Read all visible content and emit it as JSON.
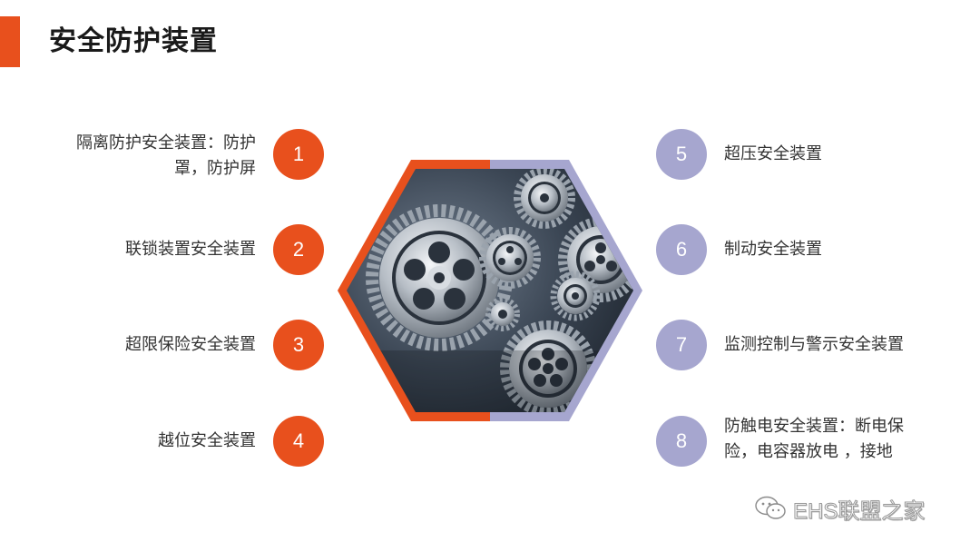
{
  "title": "安全防护装置",
  "colors": {
    "accent": "#e8501d",
    "secondary": "#a6a6cf"
  },
  "items": [
    {
      "number": "1",
      "lines": [
        "隔离防护安全装置：防护",
        "罩，防护屏"
      ]
    },
    {
      "number": "2",
      "lines": [
        "联锁装置安全装置"
      ]
    },
    {
      "number": "3",
      "lines": [
        "超限保险安全装置"
      ]
    },
    {
      "number": "4",
      "lines": [
        "越位安全装置"
      ]
    },
    {
      "number": "5",
      "lines": [
        "超压安全装置"
      ]
    },
    {
      "number": "6",
      "lines": [
        "制动安全装置"
      ]
    },
    {
      "number": "7",
      "lines": [
        "监测控制与警示安全装置"
      ]
    },
    {
      "number": "8",
      "lines": [
        "防触电安全装置：断电保",
        "险，电容器放电 ，接地"
      ]
    }
  ],
  "center_image": {
    "icon": "gears-image"
  },
  "watermark": {
    "icon": "wechat-icon",
    "text": "EHS联盟之家"
  }
}
